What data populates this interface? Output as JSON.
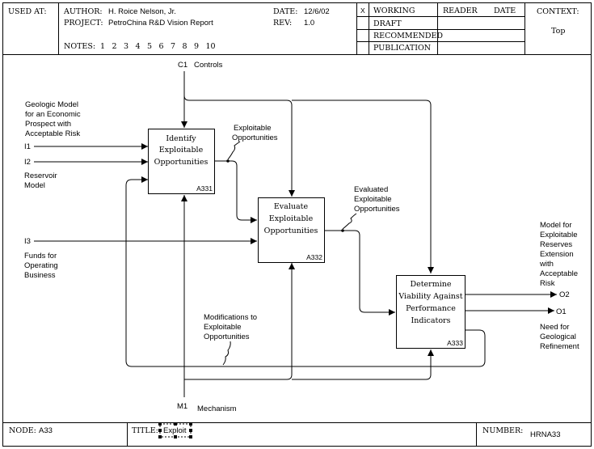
{
  "header": {
    "used_at_label": "USED AT:",
    "author_label": "AUTHOR:",
    "author_value": "H. Roice Nelson, Jr.",
    "project_label": "PROJECT:",
    "project_value": "PetroChina R&D Vision Report",
    "date_label": "DATE:",
    "date_value": "12/6/02",
    "rev_label": "REV:",
    "rev_value": "1.0",
    "notes_label": "NOTES:",
    "notes_numbers": [
      "1",
      "2",
      "3",
      "4",
      "5",
      "6",
      "7",
      "8",
      "9",
      "10"
    ],
    "status_mark": "X",
    "status_items": [
      "WORKING",
      "DRAFT",
      "RECOMMENDED",
      "PUBLICATION"
    ],
    "reader_label": "READER",
    "date2_label": "DATE",
    "context_label": "CONTEXT:",
    "context_value": "Top"
  },
  "diagram": {
    "boxes": [
      {
        "lines": [
          "Identify",
          "Exploitable",
          "Opportunities"
        ],
        "id": "A331"
      },
      {
        "lines": [
          "Evaluate",
          "Exploitable",
          "Opportunities"
        ],
        "id": "A332"
      },
      {
        "lines": [
          "Determine",
          "Viability Against",
          "Performance",
          "Indicators"
        ],
        "id": "A333"
      }
    ],
    "control": {
      "code": "C1",
      "name": "Controls"
    },
    "mechanism": {
      "code": "M1",
      "name": "Mechanism"
    },
    "inputs": [
      {
        "code": "I1",
        "desc": [
          "Geologic Model",
          "for an Economic",
          "Prospect with",
          "Acceptable Risk"
        ]
      },
      {
        "code": "I2",
        "desc": [
          "Reservoir",
          "Model"
        ]
      },
      {
        "code": "I3",
        "desc": [
          "Funds for",
          "Operating",
          "Business"
        ]
      }
    ],
    "outputs": [
      {
        "code": "O2",
        "desc": [
          "Model for",
          "Exploitable",
          "Reserves",
          "Extension",
          "with",
          "Acceptable",
          "Risk"
        ]
      },
      {
        "code": "O1",
        "desc": [
          "Need for",
          "Geological",
          "Refinement"
        ]
      }
    ],
    "arrow_labels": {
      "exploitable": [
        "Exploitable",
        "Opportunities"
      ],
      "evaluated": [
        "Evaluated",
        "Exploitable",
        "Opportunities"
      ],
      "modifications": [
        "Modifications to",
        "Exploitable",
        "Opportunities"
      ]
    }
  },
  "footer": {
    "node_label": "NODE:",
    "node_value": "A33",
    "title_label": "TITLE:",
    "title_value": "Exploit",
    "number_label": "NUMBER:",
    "number_value": "HRNA33"
  }
}
